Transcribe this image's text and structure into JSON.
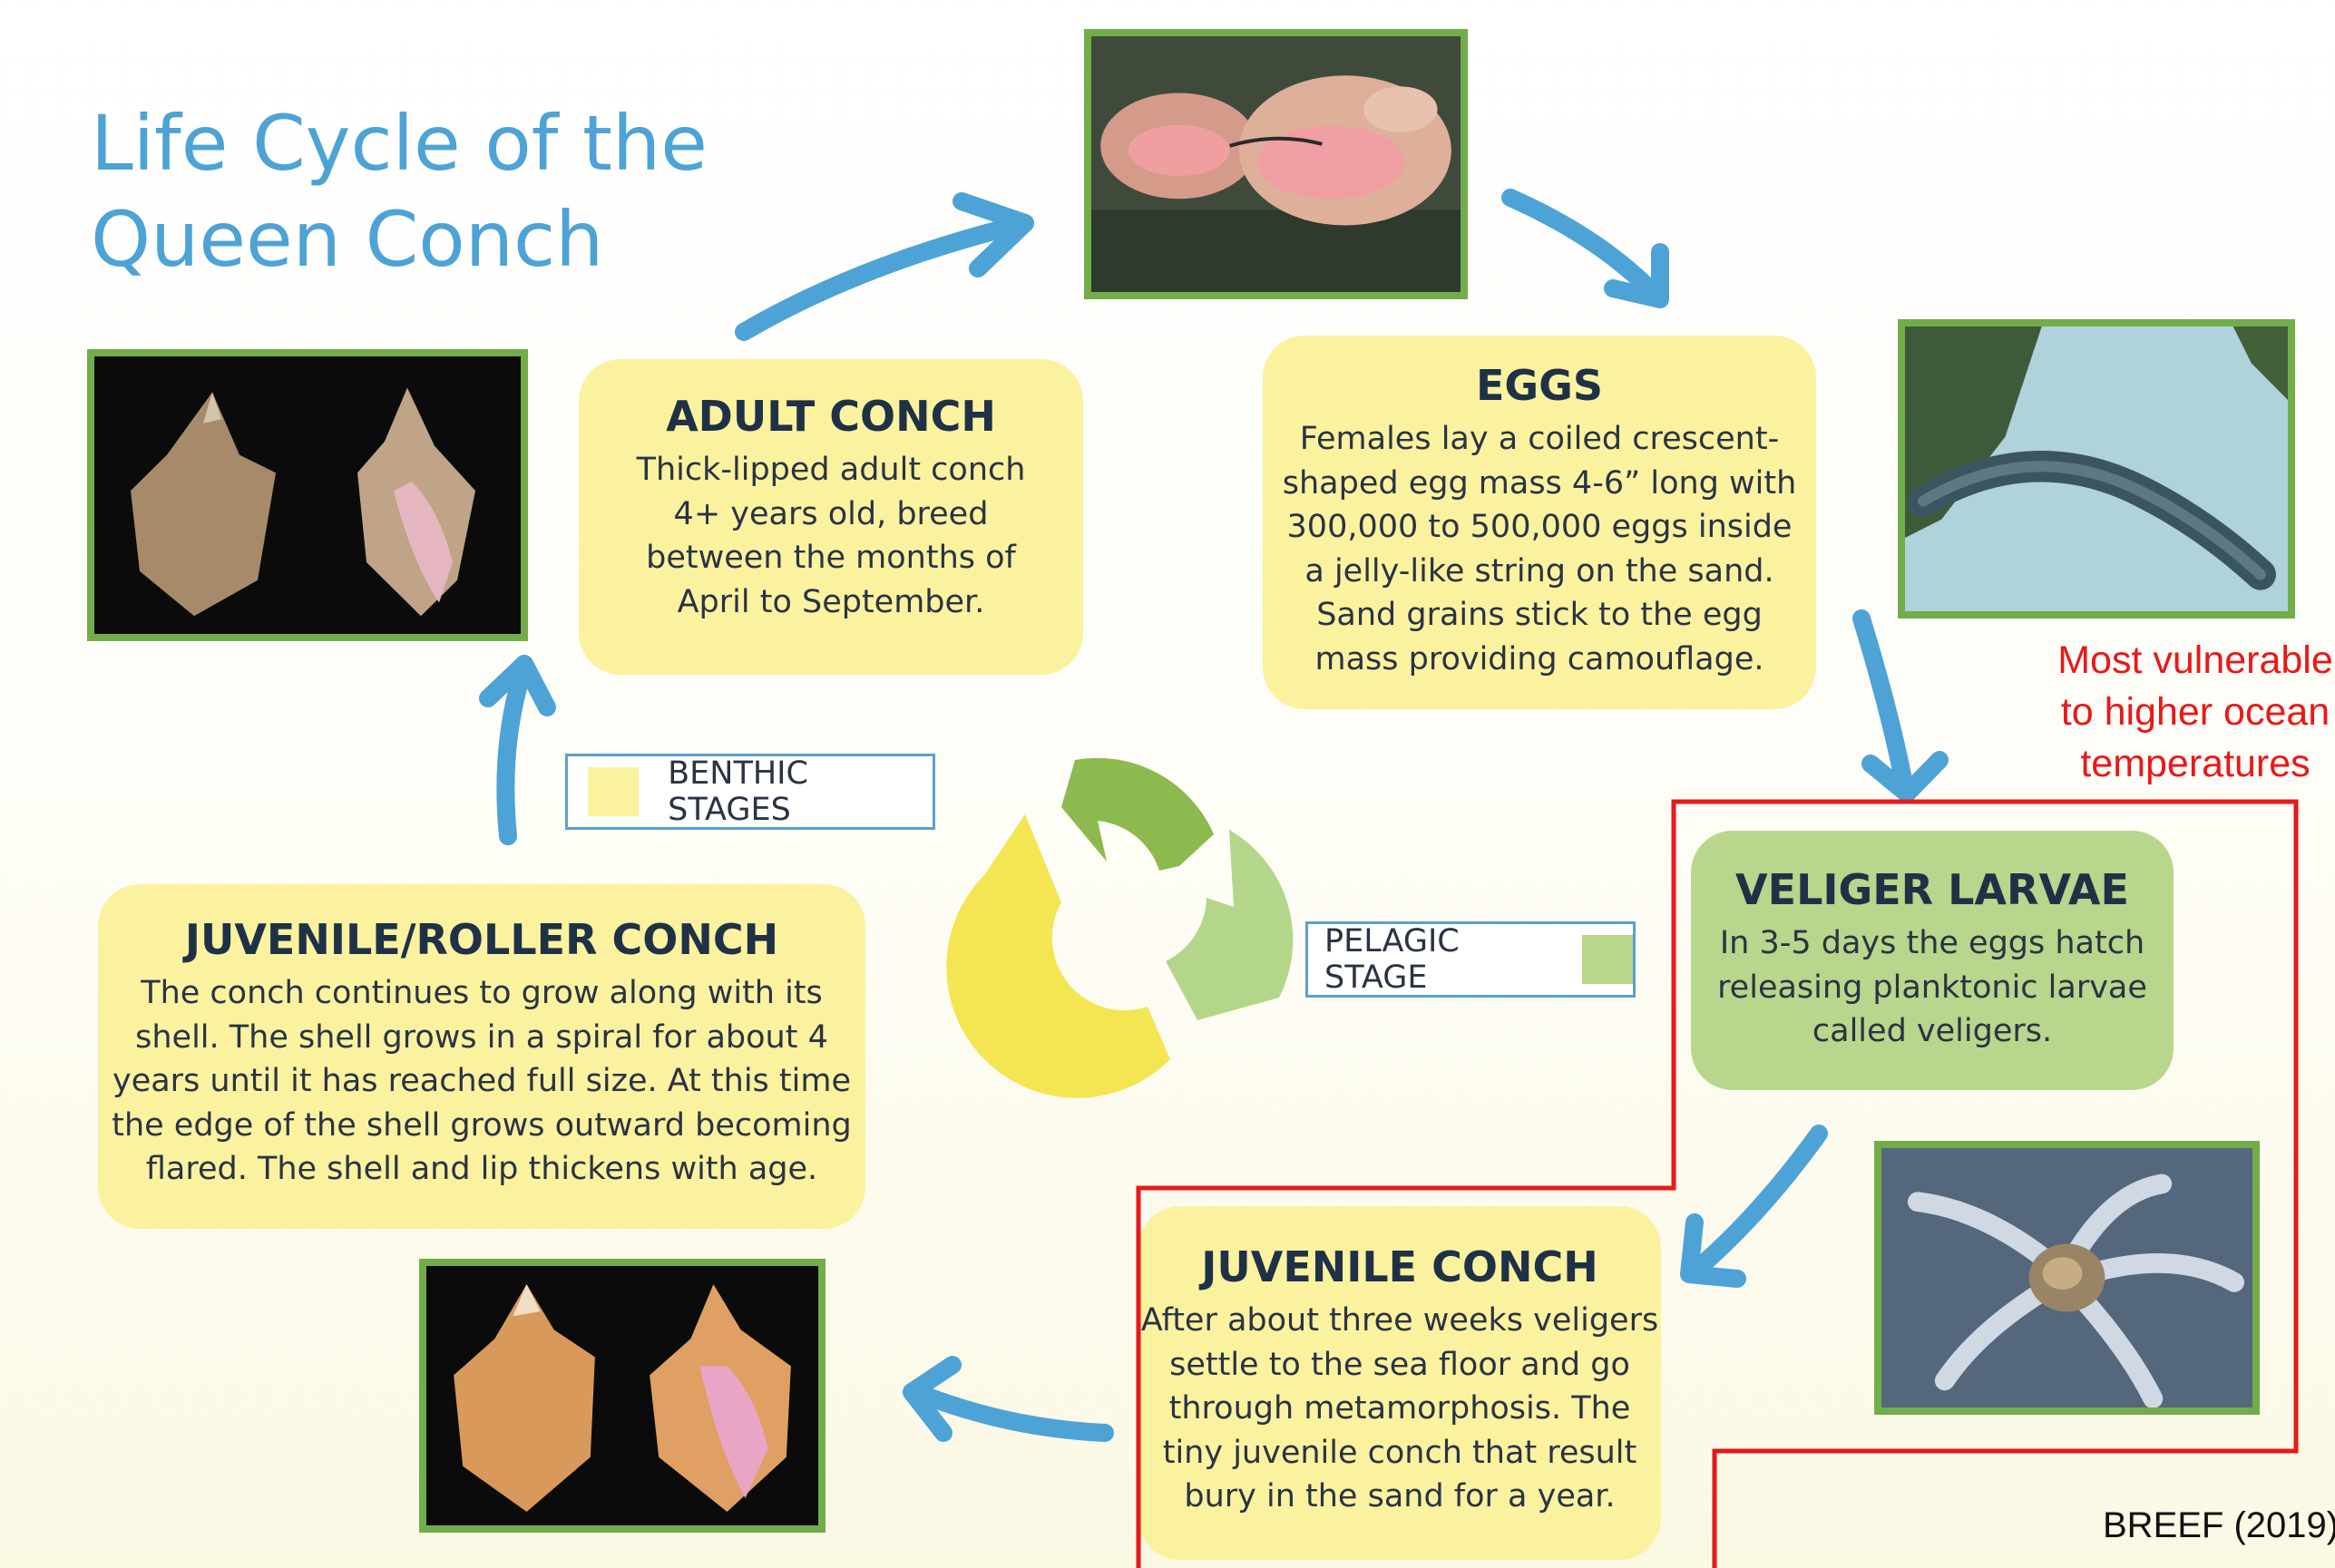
{
  "title": {
    "line1": "Life Cycle of the",
    "line2": "Queen Conch"
  },
  "stages": {
    "adult": {
      "heading": "ADULT CONCH",
      "lines": [
        "Thick-lipped adult conch",
        "4+ years old, breed",
        "between the months of",
        "April to September."
      ]
    },
    "eggs": {
      "heading": "EGGS",
      "lines": [
        "Females lay a coiled crescent-",
        "shaped egg mass 4-6” long with",
        "300,000 to 500,000 eggs inside",
        "a jelly-like string on the sand.",
        "Sand grains stick to the egg",
        "mass providing camouflage."
      ]
    },
    "veliger": {
      "heading": "VELIGER LARVAE",
      "lines": [
        "In 3-5 days the eggs hatch",
        "releasing planktonic larvae",
        "called veligers."
      ]
    },
    "juvenile": {
      "heading": "JUVENILE CONCH",
      "lines": [
        "After about three weeks veligers",
        "settle to the sea floor and go",
        "through metamorphosis. The",
        "tiny juvenile conch that result",
        "bury in the sand  for a year."
      ]
    },
    "roller": {
      "heading": "JUVENILE/ROLLER CONCH",
      "lines": [
        "The conch continues to grow along with its",
        "shell. The shell grows in a spiral for about 4",
        "years until it has reached full size. At this time",
        "the edge of the shell grows outward becoming",
        "flared. The shell and lip thickens with age."
      ]
    }
  },
  "legend": {
    "benthic": "BENTHIC STAGES",
    "pelagic": "PELAGIC STAGE"
  },
  "annotation": {
    "lines": [
      "Most vulnerable",
      "to higher ocean",
      "temperatures"
    ]
  },
  "credit": "BREEF (2019)",
  "colors": {
    "title": "#4da3d6",
    "arrow": "#4da3d6",
    "benthic": "#fbf2a0",
    "pelagic": "#b8d68c",
    "photo_frame": "#72ad4a",
    "highlight": "#e81919"
  },
  "icons": {
    "cycle": "recycle-arrows-icon",
    "flow": "curved-arrow-icon"
  }
}
